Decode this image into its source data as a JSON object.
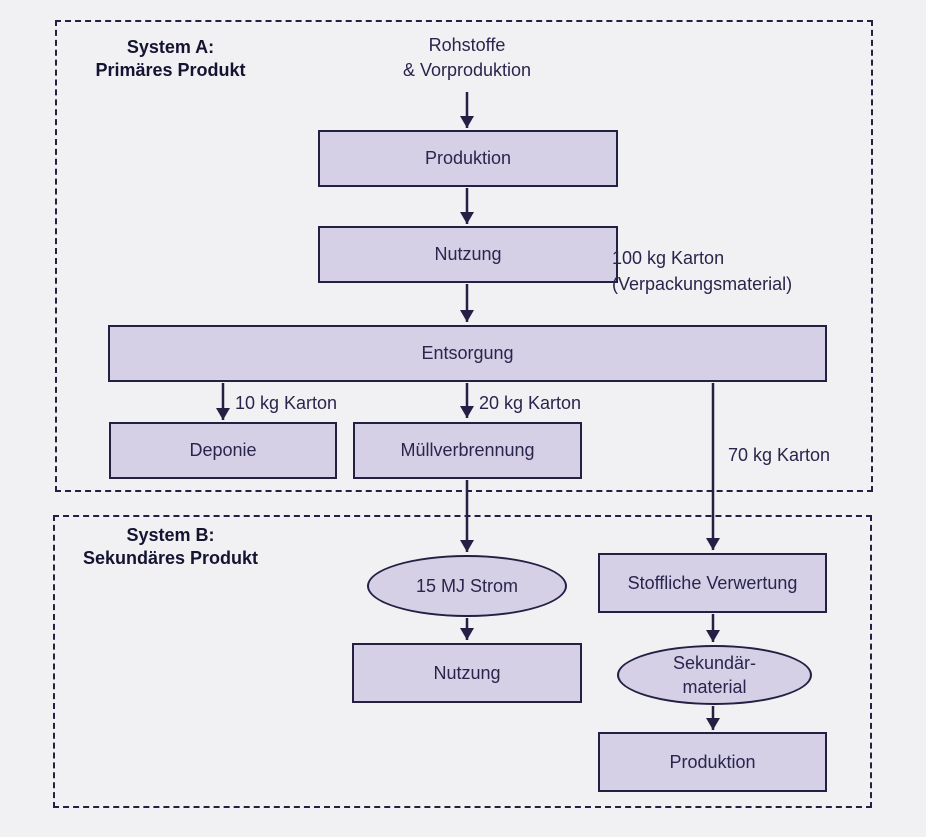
{
  "colors": {
    "background": "#f1f0f2",
    "node_fill": "#d5d0e6",
    "node_border": "#232044",
    "arrow": "#232044",
    "text": "#29254d",
    "title": "#141432"
  },
  "system_a": {
    "title_line1": "System A:",
    "title_line2": "Primäres Produkt",
    "source_line1": "Rohstoffe",
    "source_line2": "& Vorproduktion",
    "nodes": {
      "produktion": "Produktion",
      "nutzung": "Nutzung",
      "entsorgung": "Entsorgung",
      "deponie": "Deponie",
      "muellverbrennung": "Müllverbrennung"
    },
    "flow_labels": {
      "nutzung_output_line1": "100 kg Karton",
      "nutzung_output_line2": "(Verpackungsmaterial)",
      "deponie_flow": "10 kg Karton",
      "muellverbrennung_flow": "20 kg Karton",
      "verwertung_flow": "70 kg Karton"
    }
  },
  "system_b": {
    "title_line1": "System B:",
    "title_line2": "Sekundäres Produkt",
    "nodes": {
      "strom": "15 MJ Strom",
      "nutzung": "Nutzung",
      "stoffliche_verwertung": "Stoffliche Verwertung",
      "sekundaermaterial_line1": "Sekundär-",
      "sekundaermaterial_line2": "material",
      "produktion": "Produktion"
    }
  }
}
